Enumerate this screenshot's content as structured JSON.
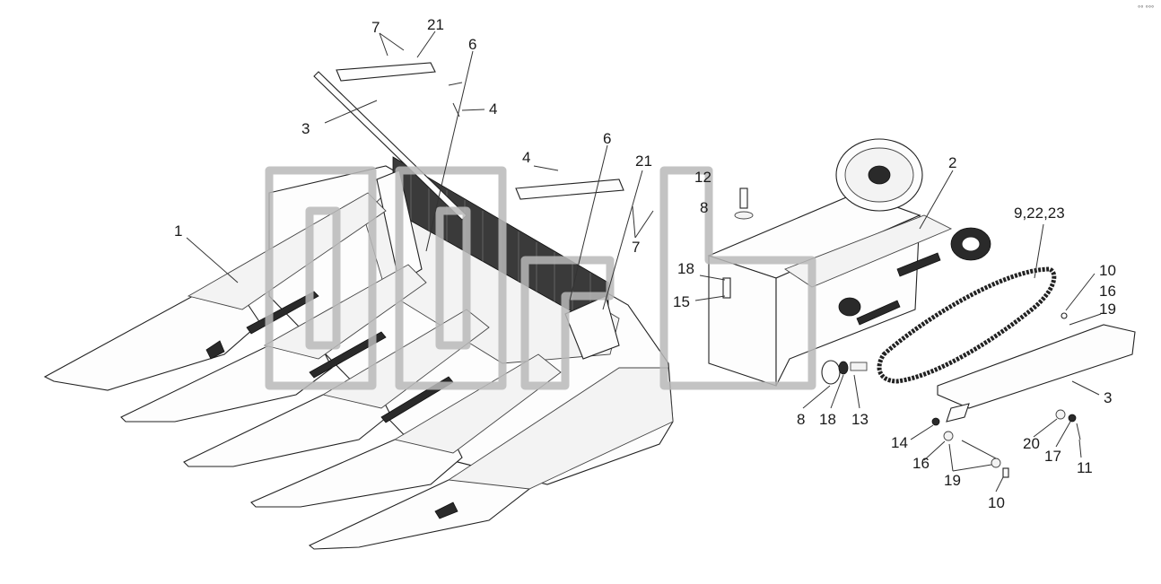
{
  "corner_mark": "°° °°°",
  "callouts": {
    "c1": "1",
    "c2": "2",
    "c3_left": "3",
    "c3_right": "3",
    "c4_upper": "4",
    "c4_lower": "4",
    "c6_upper": "6",
    "c6_lower": "6",
    "c7_upper": "7",
    "c7_lower": "7",
    "c8_upper": "8",
    "c8_lower": "8",
    "c9_22_23": "9,22,23",
    "c10_upper": "10",
    "c10_lower": "10",
    "c11": "11",
    "c12": "12",
    "c13": "13",
    "c14": "14",
    "c15": "15",
    "c16_upper": "16",
    "c16_lower": "16",
    "c17": "17",
    "c18_upper": "18",
    "c18_lower": "18",
    "c19_upper": "19",
    "c19_lower": "19",
    "c20": "20",
    "c21_upper": "21",
    "c21_lower": "21"
  },
  "colors": {
    "ink": "#1a1a1a",
    "watermark": "#b9b9b9",
    "paper": "#ffffff"
  }
}
